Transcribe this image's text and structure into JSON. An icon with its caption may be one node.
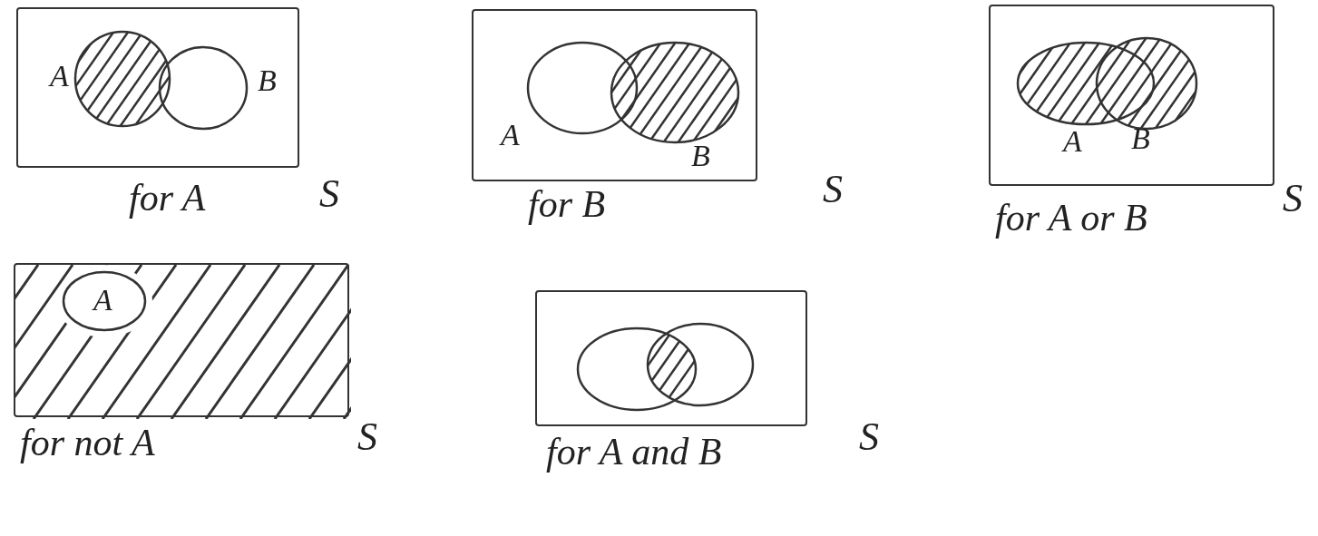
{
  "diagram": {
    "nodes": [
      {
        "text": [
          "for A"
        ],
        "beside": [
          "S"
        ]
      },
      {
        "text": [
          "A"
        ],
        "in": 0
      },
      {
        "text": [
          "B"
        ],
        "in": 0
      },
      {
        "text": [
          "for B"
        ],
        "beside": [
          "S"
        ]
      },
      {
        "text": [
          "A"
        ],
        "in": 3
      },
      {
        "text": [
          "B"
        ],
        "in": 3
      },
      {
        "text": [
          "for A or B"
        ],
        "beside": [
          "S"
        ]
      },
      {
        "text": [
          "A"
        ],
        "in": 6
      },
      {
        "text": [
          "B"
        ],
        "in": 6
      },
      {
        "text": [
          "for not A"
        ],
        "beside": [
          "S"
        ]
      },
      {
        "text": [
          "A"
        ],
        "in": 9
      },
      {
        "text": [
          "for A and B"
        ],
        "beside": [
          "S"
        ]
      },
      {
        "text": [],
        "shape": "circle",
        "in": 11
      },
      {
        "text": [],
        "shape": "circle",
        "in": 11
      }
    ]
  }
}
